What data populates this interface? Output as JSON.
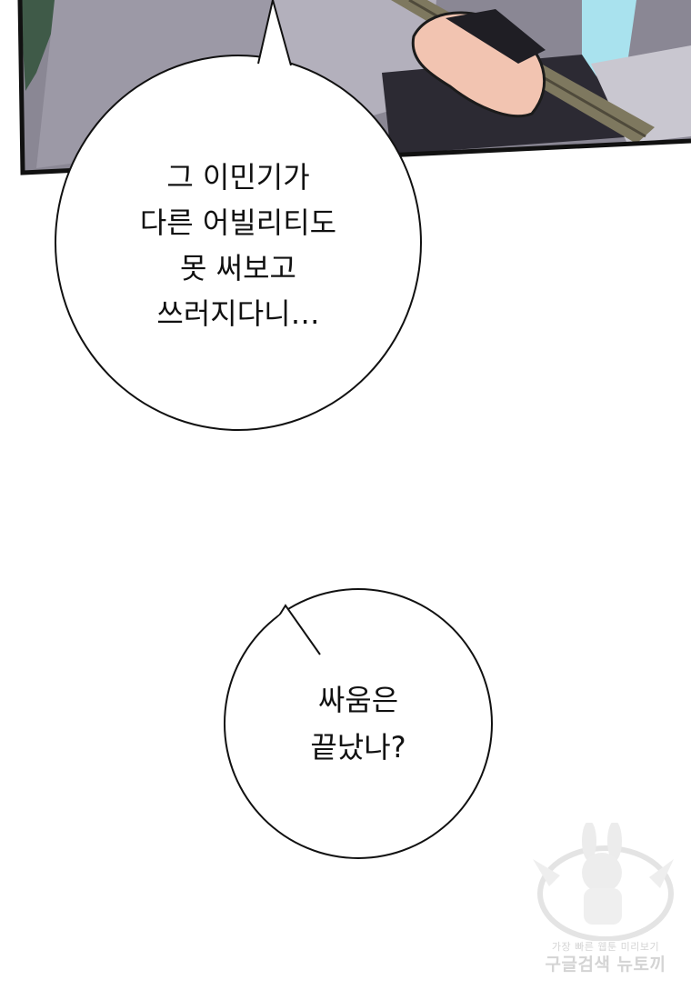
{
  "panel": {
    "description_colors": {
      "sky": "#8fd3e3",
      "armor": "#9a97a3",
      "shadow": "#2a2830",
      "skin": "#f3c6b3",
      "staff": "#7a7560",
      "border": "#111111"
    }
  },
  "bubbles": [
    {
      "lines": [
        "그 이민기가",
        "다른 어빌리티도",
        "못 써보고",
        "쓰러지다니…"
      ]
    },
    {
      "lines": [
        "싸움은",
        "끝났나?"
      ]
    }
  ],
  "watermark": {
    "small_text": "가장 빠른 웹툰 미리보기",
    "big_text": "구글검색 뉴토끼"
  }
}
